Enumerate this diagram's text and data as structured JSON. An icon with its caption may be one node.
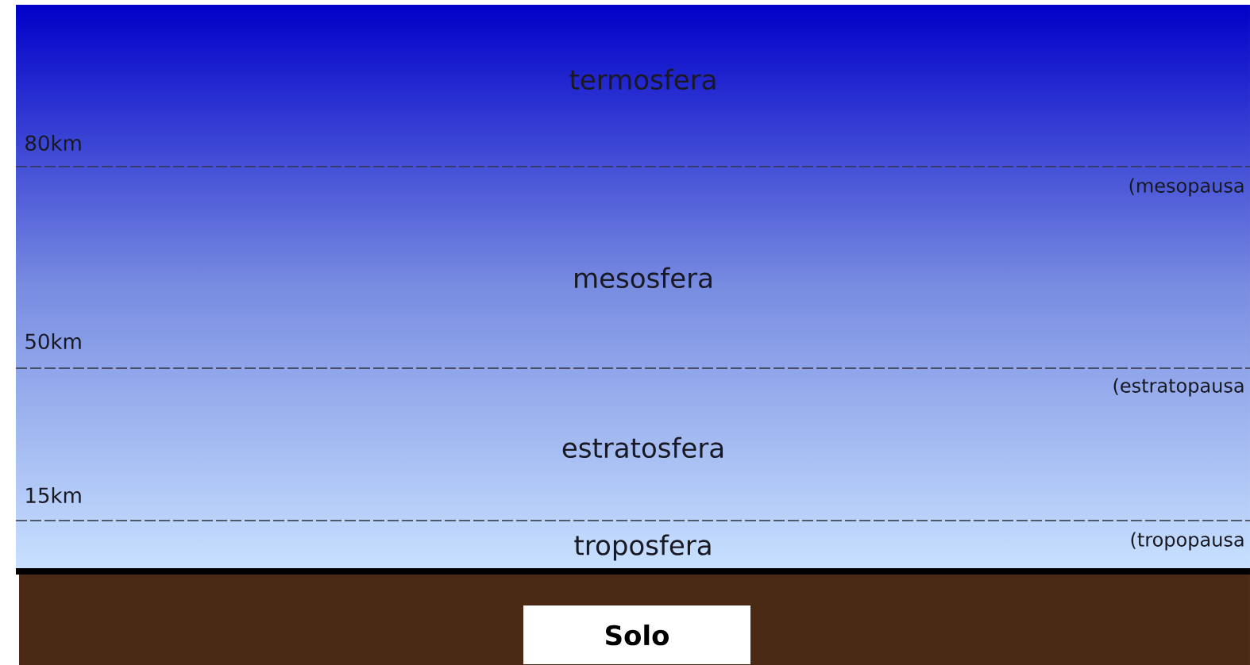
{
  "diagram": {
    "nodes": [
      {
        "text": [
          "Solo"
        ]
      }
    ],
    "labels": [
      "termosfera",
      "80km",
      "(mesopausa",
      "mesosfera",
      "50km",
      "(estratopausa",
      "estratosfera",
      "15km",
      "(tropopausa",
      "troposfera"
    ]
  }
}
